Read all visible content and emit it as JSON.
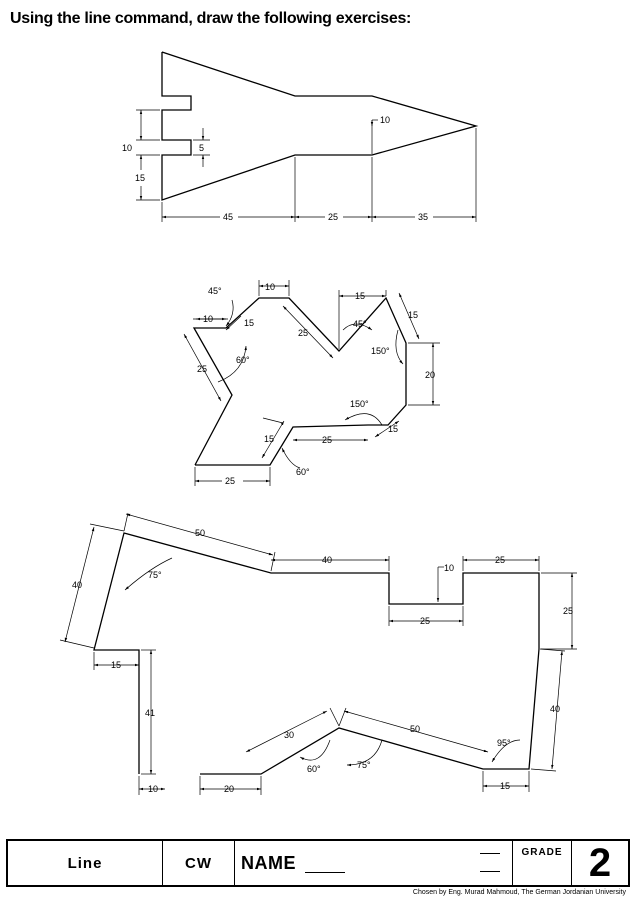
{
  "heading": "Using the line command, draw the following exercises:",
  "figure1": {
    "dims": {
      "d10_top": "10",
      "d10_left": "10",
      "d5": "5",
      "d15": "15",
      "d45": "45",
      "d25": "25",
      "d35": "35"
    }
  },
  "figure2": {
    "dims": {
      "a45": "45°",
      "d10a": "10",
      "d10b": "10",
      "d15a": "15",
      "d25a": "25",
      "a60a": "60°",
      "d25b": "25",
      "a45b": "45°",
      "d15b": "15",
      "d15c": "15",
      "a150a": "150°",
      "d20": "20",
      "a150b": "150°",
      "d15d": "15",
      "d25c": "25",
      "d15e": "15",
      "a60b": "60°",
      "d25d": "25"
    }
  },
  "figure3": {
    "dims": {
      "d50a": "50",
      "d40a": "40",
      "a75a": "75°",
      "d40b": "40",
      "d10": "10",
      "d25a": "25",
      "d25b": "25",
      "d25c": "25",
      "d15a": "15",
      "d41": "41",
      "d30": "30",
      "d50b": "50",
      "a95": "95°",
      "d40c": "40",
      "a60": "60°",
      "a75b": "75°",
      "d10b": "10",
      "d20": "20",
      "d15b": "15"
    }
  },
  "title_block": {
    "topic": "Line",
    "type": "CW",
    "name_label": "NAME",
    "grade_label": "GRADE",
    "number": "2"
  },
  "footer": "Chosen by Eng. Murad Mahmoud, The German Jordanian University"
}
